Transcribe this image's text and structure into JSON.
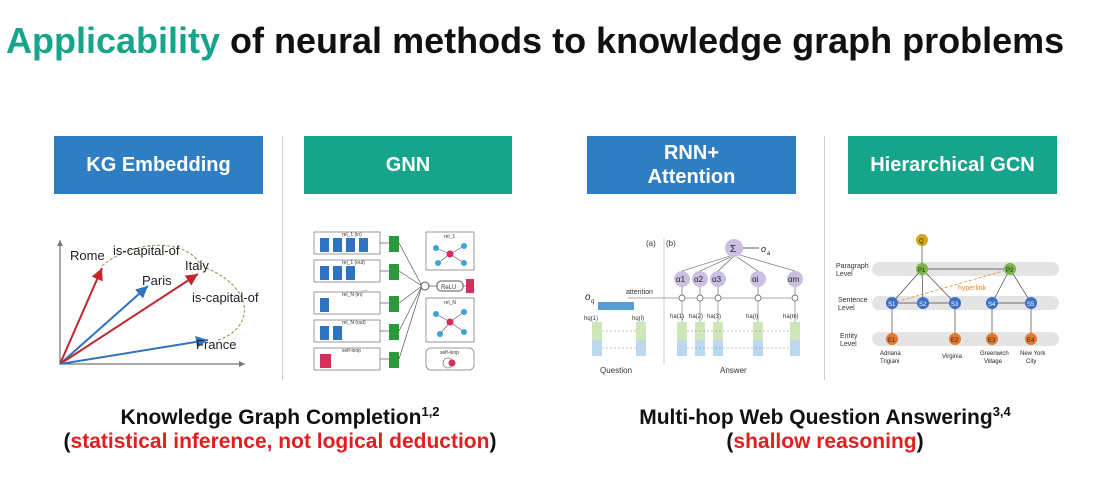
{
  "title": {
    "highlight": "Applicability",
    "rest": "of neural methods to knowledge graph problems"
  },
  "boxes": [
    {
      "label": "KG Embedding"
    },
    {
      "label": "GNN"
    },
    {
      "label": "RNN+\nAttention"
    },
    {
      "label": "Hierarchical GCN"
    }
  ],
  "kg_embedding": {
    "rome": "Rome",
    "paris": "Paris",
    "italy": "Italy",
    "france": "France",
    "relation1": "is-capital-of",
    "relation2": "is-capital-of"
  },
  "gnn": {
    "rows": [
      "rel_1 (in)",
      "rel_1 (out)",
      "rel_N (in)",
      "rel_N (out)",
      "self-loop"
    ],
    "ellipsis": "...",
    "relu": "ReLU",
    "graph_labels": [
      "rel_1",
      "rel_N",
      "self-loop"
    ]
  },
  "rnn": {
    "panel_a": "(a)",
    "panel_b": "(b)",
    "sigma": "Σ",
    "out": "o",
    "out_sub": "a",
    "oq": "o",
    "oq_sub": "q",
    "attention": "attention",
    "alphas": [
      "α1",
      "α2",
      "α3",
      "αi",
      "αm"
    ],
    "q_states": [
      "hq(1)",
      "hq(l)"
    ],
    "a_states": [
      "ha(1)",
      "ha(2)",
      "ha(3)",
      "ha(i)",
      "ha(m)"
    ],
    "question": "Question",
    "answer": "Answer"
  },
  "hgcn": {
    "q": "Q",
    "levels": [
      "Paragraph\nLevel",
      "Sentence\nLevel",
      "Entity\nLevel"
    ],
    "paragraphs": [
      "P1",
      "P2"
    ],
    "sentences": [
      "S1",
      "S2",
      "S3",
      "S4",
      "S5"
    ],
    "entities": [
      "E1",
      "E2",
      "E3",
      "E4"
    ],
    "hyperlink": "hyperlink",
    "entity_names": [
      "Adriana\nTrigiani",
      "Virginia",
      "Greenwich\nVillage",
      "New York\nCity"
    ]
  },
  "captions": {
    "left_main": "Knowledge Graph Completion",
    "left_sup": "1,2",
    "left_open": "(",
    "left_red": "statistical inference, not logical deduction",
    "left_close": ")",
    "right_main": "Multi-hop Web Question Answering",
    "right_sup": "3,4",
    "right_open": "(",
    "right_red": "shallow reasoning",
    "right_close": ")"
  },
  "colors": {
    "blue": "#2f7ec3",
    "green": "#16a58a",
    "red": "#e01f1f"
  }
}
